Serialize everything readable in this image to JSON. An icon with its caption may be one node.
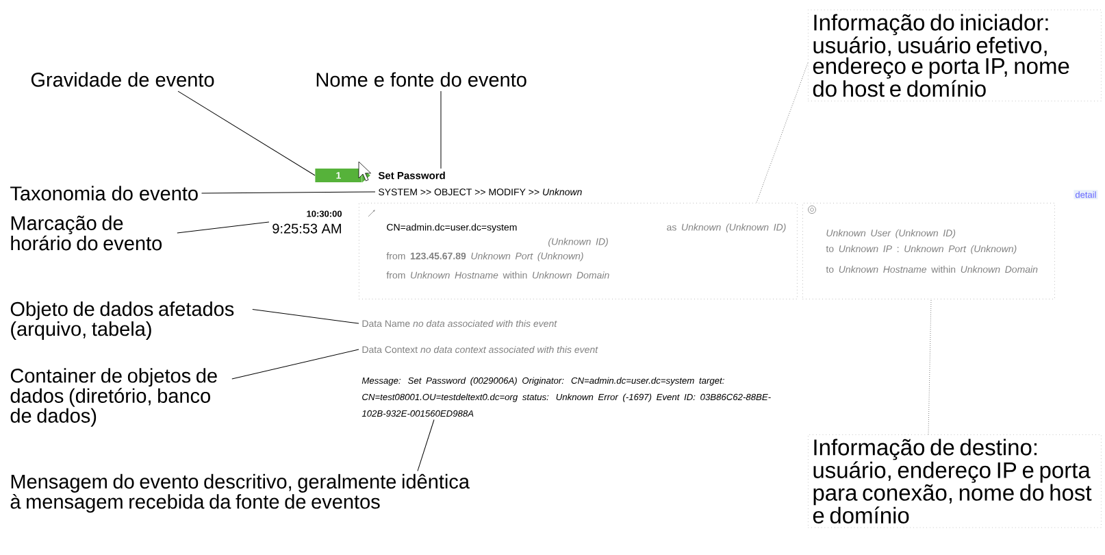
{
  "diagram": {
    "nodes": [
      {
        "text": [
          "Gravidade de evento"
        ]
      },
      {
        "text": [
          "Nome e fonte do evento"
        ]
      },
      {
        "text": [
          "Informação do iniciador: usuário, usuário efetivo, endereço e porta IP, nome do host e domínio"
        ]
      },
      {
        "text": [
          "Informação de destino: usuário, endereço IP e porta para conexão, nome do host e domínio"
        ]
      },
      {
        "text": [
          "Taxonomia do evento"
        ]
      },
      {
        "text": [
          "Marcação de horário do evento"
        ]
      },
      {
        "text": [
          "Objeto de dados afetados (arquivo, tabela)"
        ]
      },
      {
        "text": [
          "Container de objetos de dados (diretório, banco de dados)"
        ]
      },
      {
        "text": [
          "Mensagem do evento descritivo, geralmente idêntica à mensagem recebida da fonte de eventos"
        ]
      },
      {
        "text": [
          "1"
        ]
      },
      {
        "text": [
          "Set Password"
        ]
      },
      {
        "text": [
          "SYSTEM >> OBJECT >> MODIFY >> *Unknown*"
        ]
      },
      {
        "text": [
          "10:30:00",
          "9:25:53 AM"
        ]
      },
      {
        "text": [
          "CN=admin.dc=user.dc=system",
          "as *Unknown (Unknown ID)*",
          "*(Unknown ID)*",
          "from **123.45.67.89** *Unknown Port (Unknown)*",
          "from *Unknown Hostname* within *Unknown Domain*"
        ]
      },
      {
        "text": [
          "*Unknown User (Unknown ID)*",
          "to *Unknown IP* : *Unknown Port (Unknown)*",
          "to *Unknown Hostname* within *Unknown Domain*"
        ]
      },
      {
        "text": [
          "Data Name *no data associated with this event*"
        ]
      },
      {
        "text": [
          "Data Context *no data context associated with this event*"
        ]
      },
      {
        "text": [
          "Message: Set Password (0029006A) Originator: CN=admin.dc=user.dc=system target: CN=test08001.OU=testdeltext0.dc=org status: Unknown Error (-1697) Event ID: 03B86C62-88BE-102B-932E-001560ED988A"
        ]
      }
    ],
    "edges": [
      {
        "from": 0,
        "to": 9,
        "arrow": "none"
      },
      {
        "from": 1,
        "to": 10,
        "arrow": "none"
      },
      {
        "from": 2,
        "to": 13,
        "arrow": "none",
        "style": "dashed",
        "color": "#808080"
      },
      {
        "from": 4,
        "to": 11,
        "arrow": "none"
      },
      {
        "from": 5,
        "to": 12,
        "arrow": "none"
      },
      {
        "from": 6,
        "to": 15,
        "arrow": "none"
      },
      {
        "from": 7,
        "to": 16,
        "arrow": "none"
      },
      {
        "from": 8,
        "to": 17,
        "arrow": "none"
      },
      {
        "from": 3,
        "to": 14,
        "arrow": "none",
        "style": "dashed",
        "color": "#808080"
      }
    ],
    "labels": [
      "detail"
    ]
  }
}
